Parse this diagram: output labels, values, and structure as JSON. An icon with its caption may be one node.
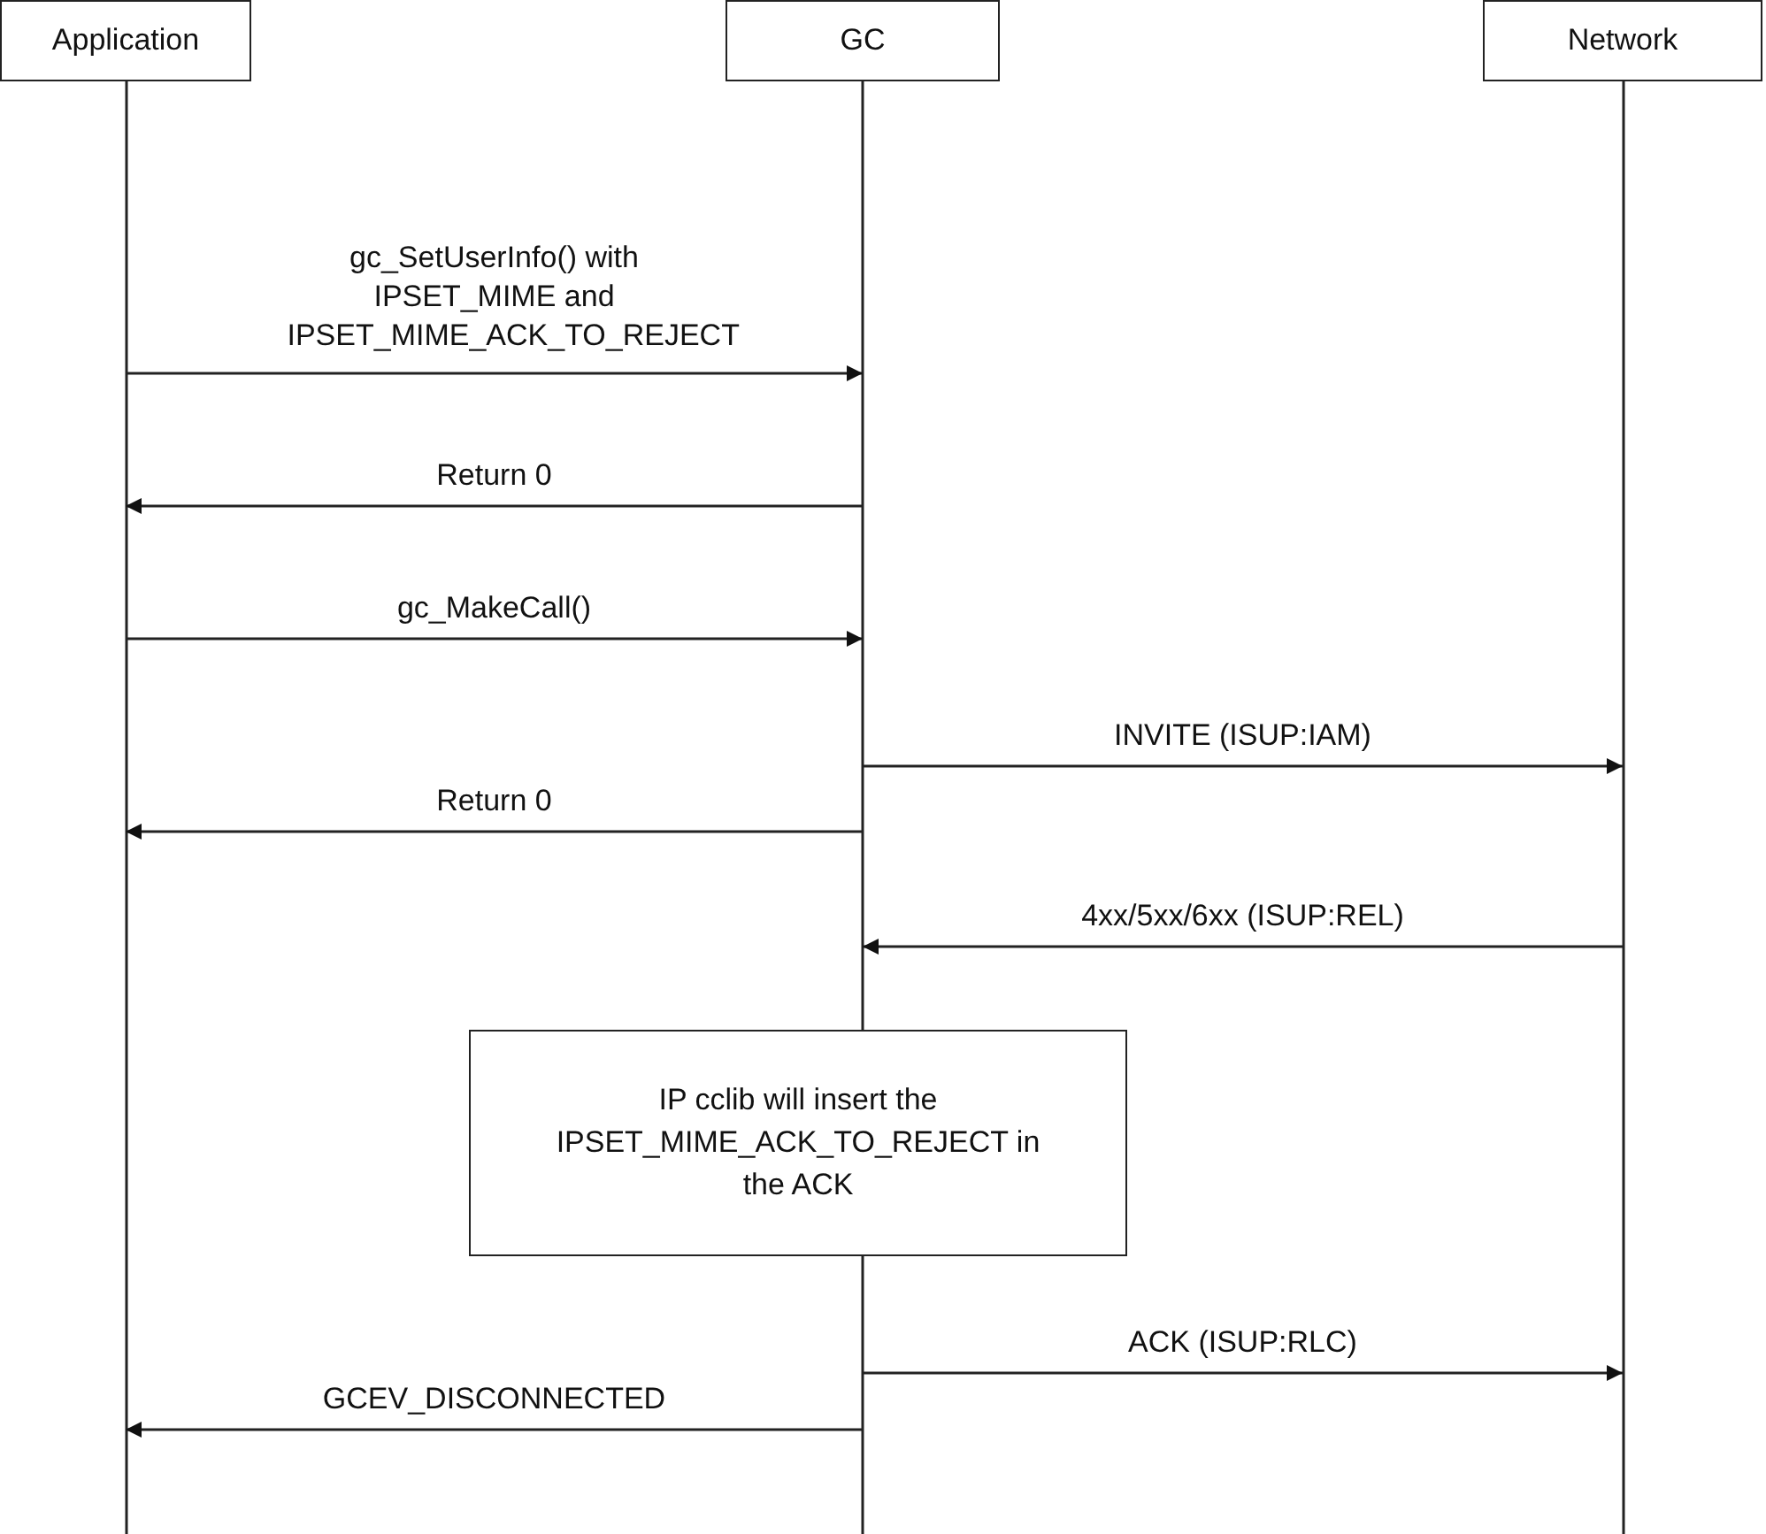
{
  "diagram": {
    "nodes": [
      {
        "text": [
          "Application"
        ]
      },
      {
        "text": [
          "GC"
        ]
      },
      {
        "text": [
          "Network"
        ]
      },
      {
        "text": [
          "IP cclib will insert the IPSET_MIME_ACK_TO_REJECT in the ACK"
        ]
      }
    ],
    "edges": [
      {
        "from": 0,
        "to": 1,
        "arrow": "to",
        "label": "gc_SetUserInfo() with IPSET_MIME and IPSET_MIME_ACK_TO_REJECT"
      },
      {
        "from": 1,
        "to": 0,
        "arrow": "to",
        "label": "Return 0"
      },
      {
        "from": 0,
        "to": 1,
        "arrow": "to",
        "label": "gc_MakeCall()"
      },
      {
        "from": 1,
        "to": 2,
        "arrow": "to",
        "label": "INVITE (ISUP:IAM)"
      },
      {
        "from": 1,
        "to": 0,
        "arrow": "to",
        "label": "Return 0"
      },
      {
        "from": 2,
        "to": 1,
        "arrow": "to",
        "label": "4xx/5xx/6xx (ISUP:REL)"
      },
      {
        "from": 1,
        "to": 2,
        "arrow": "to",
        "label": "ACK (ISUP:RLC)"
      },
      {
        "from": 1,
        "to": 0,
        "arrow": "to",
        "label": "GCEV_DISCONNECTED"
      }
    ]
  }
}
